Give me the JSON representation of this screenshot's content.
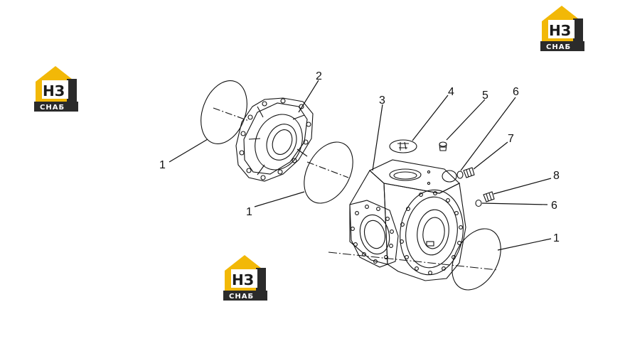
{
  "colors": {
    "line": "#111111",
    "logo_yellow": "#f2b807",
    "logo_dark": "#2b2b2b",
    "background": "#ffffff"
  },
  "logo": {
    "letters": "НЗ",
    "word": "СНАБ"
  },
  "callouts": [
    "1",
    "2",
    "1",
    "3",
    "4",
    "5",
    "6",
    "7",
    "8",
    "6",
    "1"
  ]
}
